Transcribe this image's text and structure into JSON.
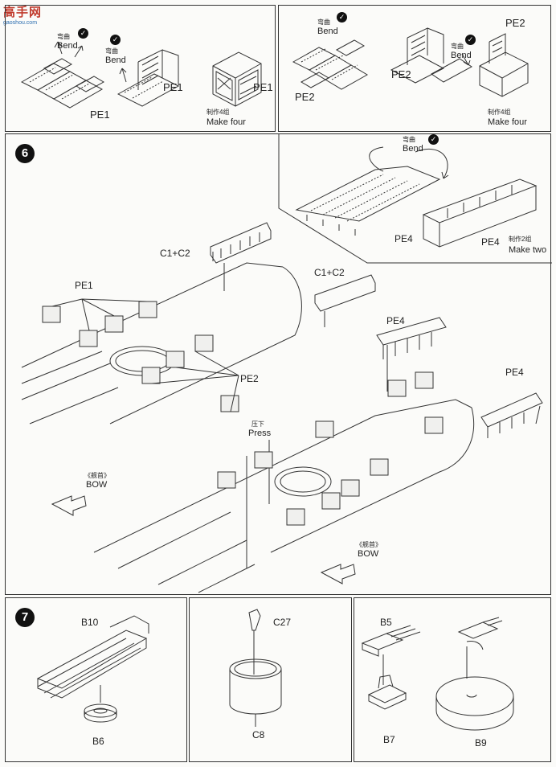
{
  "watermark": {
    "text": "高手网",
    "sub": "gaoshou.com"
  },
  "step5": {
    "left": {
      "bend_cn": "弯曲",
      "bend": "Bend",
      "bend2_cn": "弯曲",
      "bend2": "Bend",
      "part_a": "PE1",
      "part_b": "PE1",
      "part_c": "PE1",
      "count_cn": "制作4组",
      "count": "Make four"
    },
    "right": {
      "bend_cn": "弯曲",
      "bend": "Bend",
      "bend2_cn": "弯曲",
      "bend2": "Bend",
      "part_a": "PE2",
      "part_b": "PE2",
      "part_c": "PE2",
      "count_cn": "制作4组",
      "count": "Make four"
    }
  },
  "step6": {
    "number": "6",
    "inset": {
      "bend_cn": "弯曲",
      "bend": "Bend",
      "part_a": "PE4",
      "part_b": "PE4",
      "count_cn": "制作2组",
      "count": "Make two"
    },
    "labels": {
      "c1c2_left": "C1+C2",
      "c1c2_right": "C1+C2",
      "pe1": "PE1",
      "pe2": "PE2",
      "pe4_top": "PE4",
      "pe4_right": "PE4",
      "press_cn": "压下",
      "press": "Press",
      "bow_cn_left": "《舰首》",
      "bow_left": "BOW",
      "bow_cn_right": "《舰首》",
      "bow_right": "BOW"
    }
  },
  "step7": {
    "number": "7",
    "labels": {
      "b10": "B10",
      "b6": "B6",
      "c27": "C27",
      "c8": "C8",
      "b5": "B5",
      "b7": "B7",
      "b9": "B9"
    }
  }
}
